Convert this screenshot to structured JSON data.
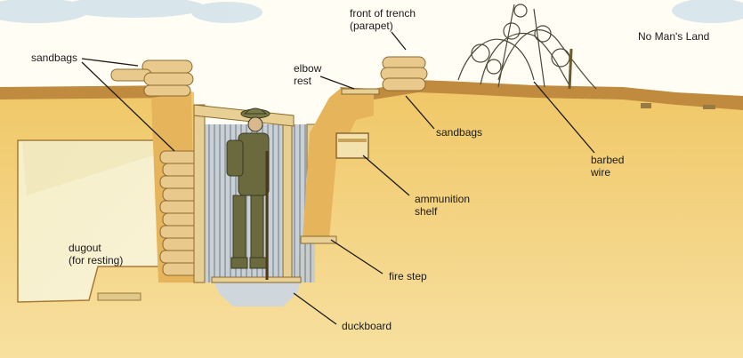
{
  "labels": {
    "sandbags_left": "sandbags",
    "front_of_trench": "front of trench\n(parapet)",
    "no_mans_land": "No Man's Land",
    "elbow_rest": "elbow\nrest",
    "sandbags_right": "sandbags",
    "barbed_wire": "barbed\nwire",
    "ammunition_shelf": "ammunition\nshelf",
    "dugout": "dugout\n(for resting)",
    "fire_step": "fire step",
    "duckboard": "duckboard"
  },
  "colors": {
    "earth": "#f4d37a",
    "earth_dark": "#c98f3c",
    "topsoil": "#b07a3a",
    "sky": "#fffdf4",
    "cloud": "#cfe0ea",
    "sandbag": "#e9c98c",
    "corrugated": "#b8c2cc",
    "timber": "#e8cf93",
    "soldier": "#6b6a3e"
  }
}
